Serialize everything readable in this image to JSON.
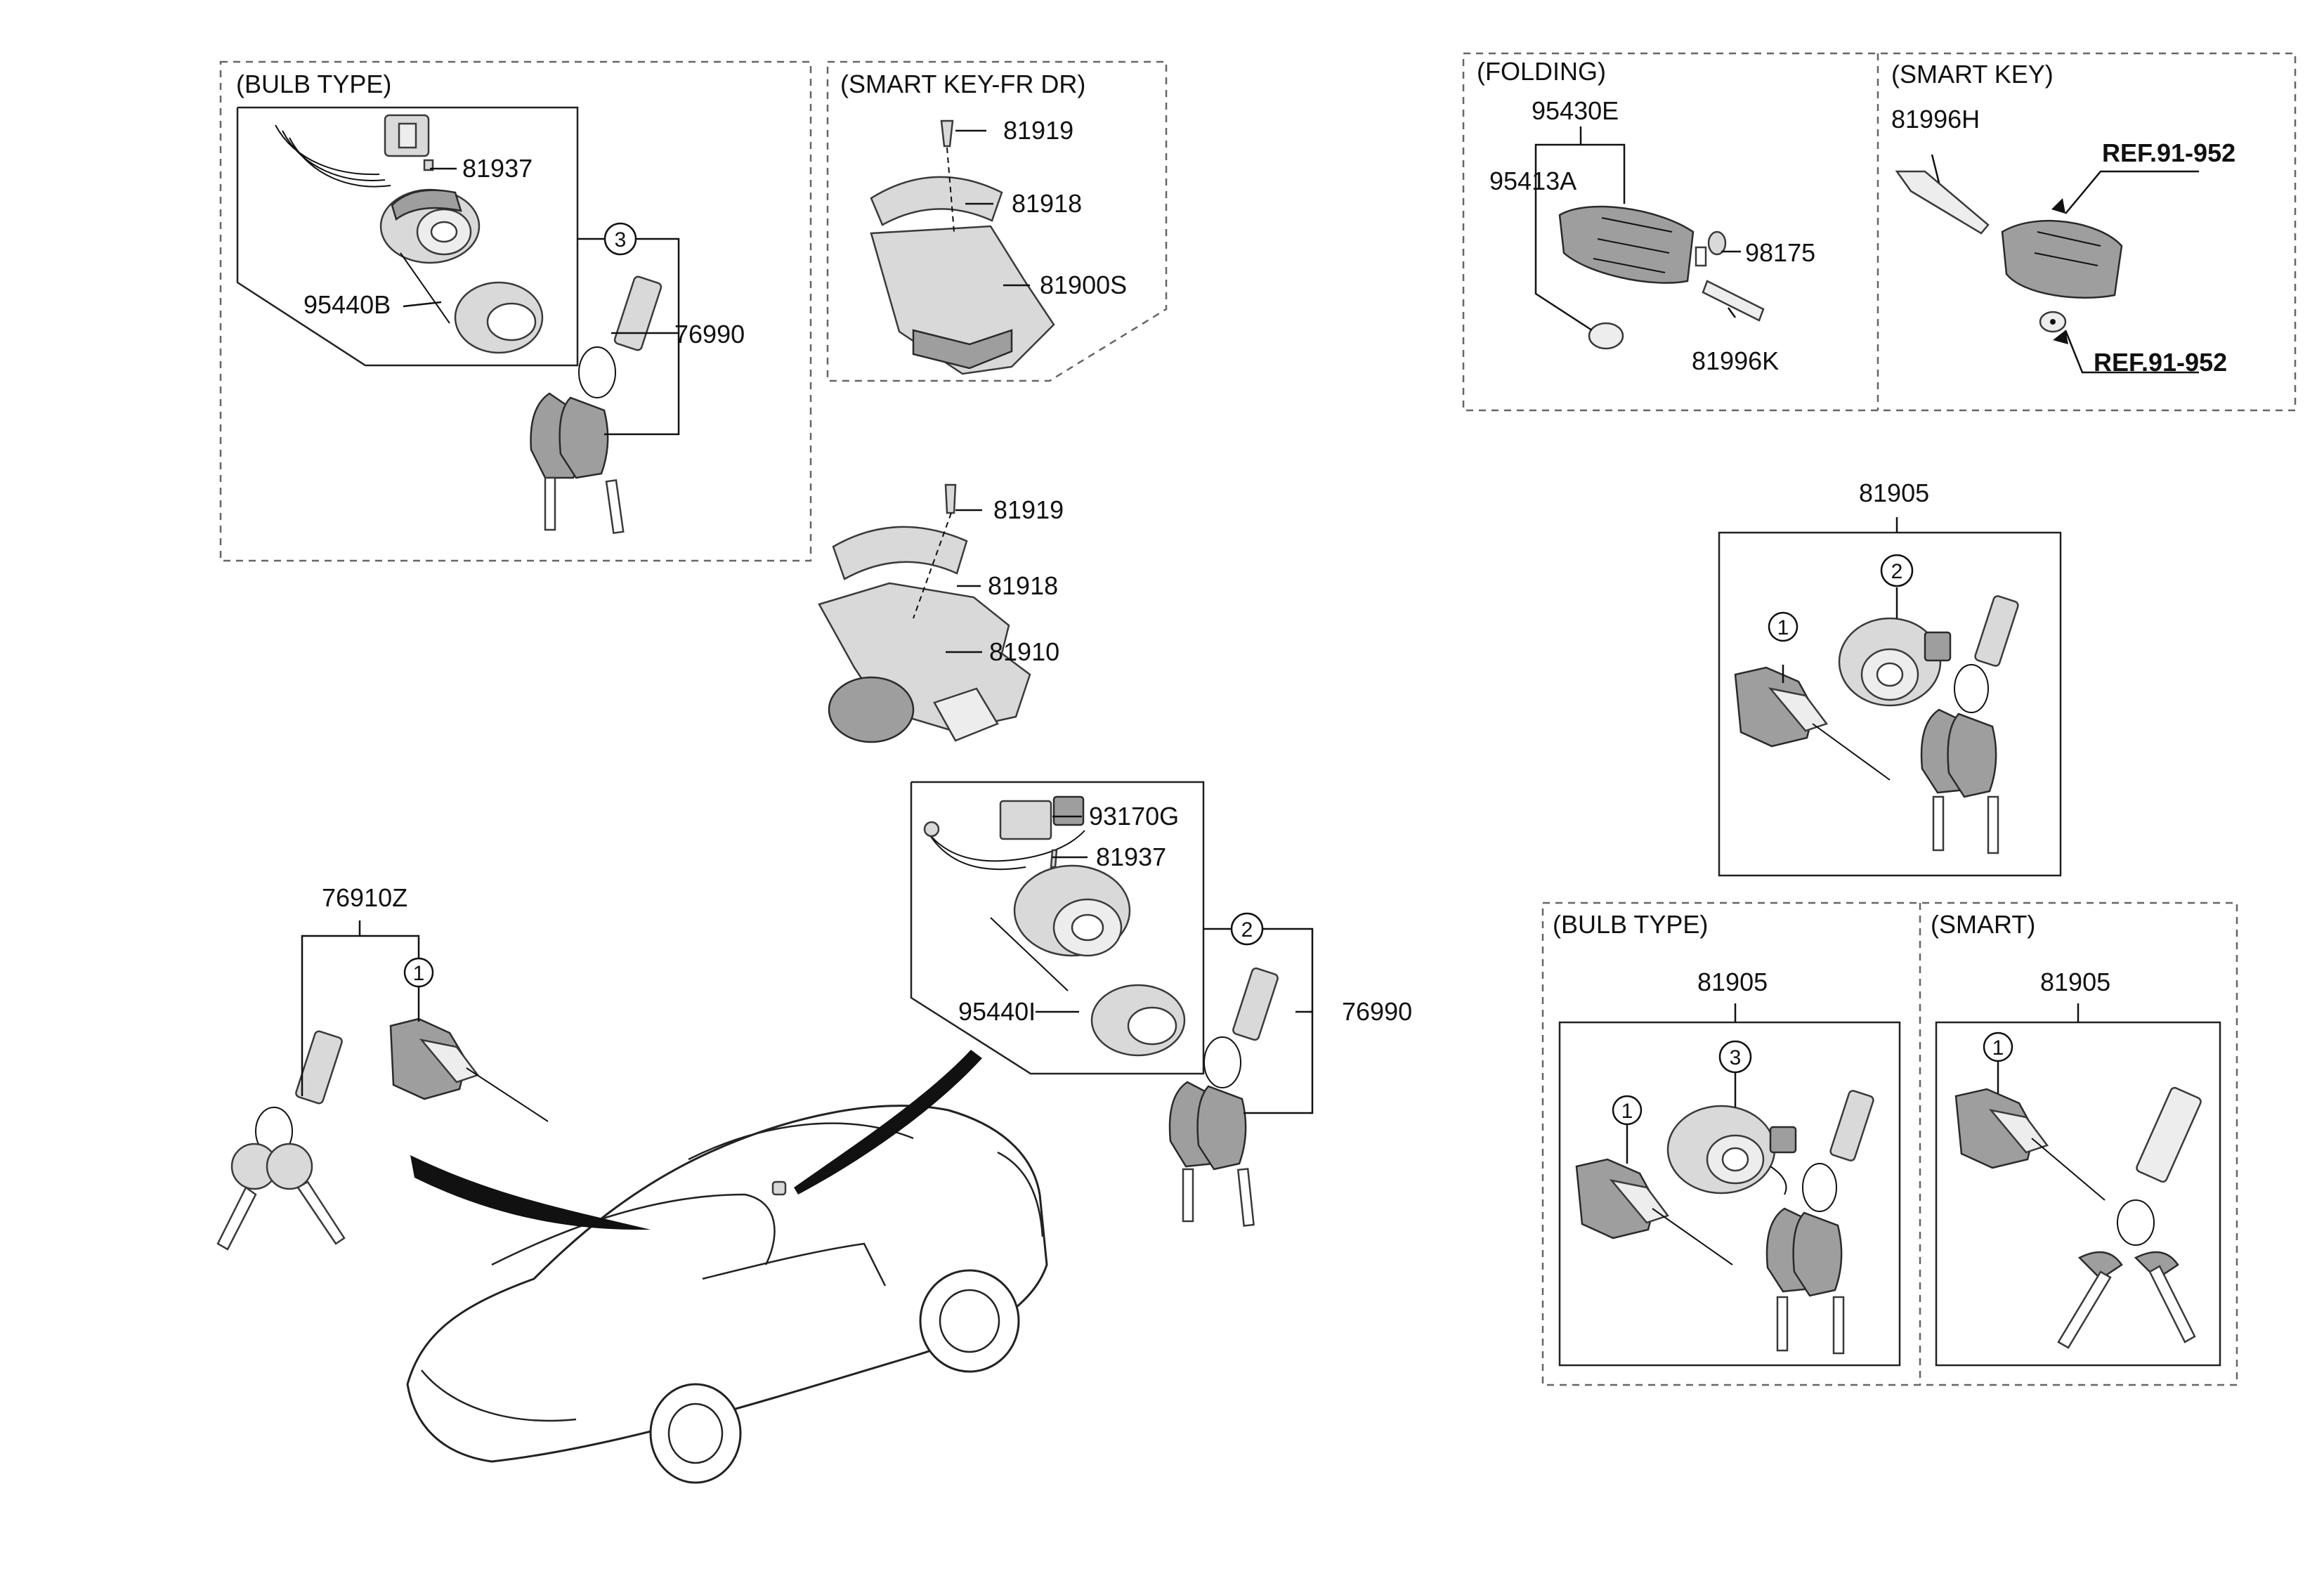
{
  "sections": {
    "bulb_type_top": "(BULB TYPE)",
    "smart_key_fr_dr": "(SMART KEY-FR DR)",
    "folding": "(FOLDING)",
    "smart_key": "(SMART KEY)",
    "bulb_type_right": "(BULB TYPE)",
    "smart": "(SMART)"
  },
  "parts": {
    "p81937_a": "81937",
    "p95440B": "95440B",
    "p76990_a": "76990",
    "p81919_a": "81919",
    "p81918_a": "81918",
    "p81900S": "81900S",
    "p81919_b": "81919",
    "p81918_b": "81918",
    "p81910": "81910",
    "p93170G": "93170G",
    "p81937_b": "81937",
    "p95440I": "95440I",
    "p76990_b": "76990",
    "p76910Z": "76910Z",
    "p95430E": "95430E",
    "p95413A": "95413A",
    "p98175": "98175",
    "p81996K": "81996K",
    "p81996H": "81996H",
    "p81905_a": "81905",
    "p81905_b": "81905",
    "p81905_c": "81905"
  },
  "refs": {
    "ref_a": "REF.91-952",
    "ref_b": "REF.91-952"
  },
  "callouts": {
    "c3_top": "3",
    "c2_mid": "2",
    "c1_left": "1",
    "c1_kit": "1",
    "c2_kit": "2",
    "c1_bulb": "1",
    "c3_bulb": "3",
    "c1_smart": "1"
  }
}
